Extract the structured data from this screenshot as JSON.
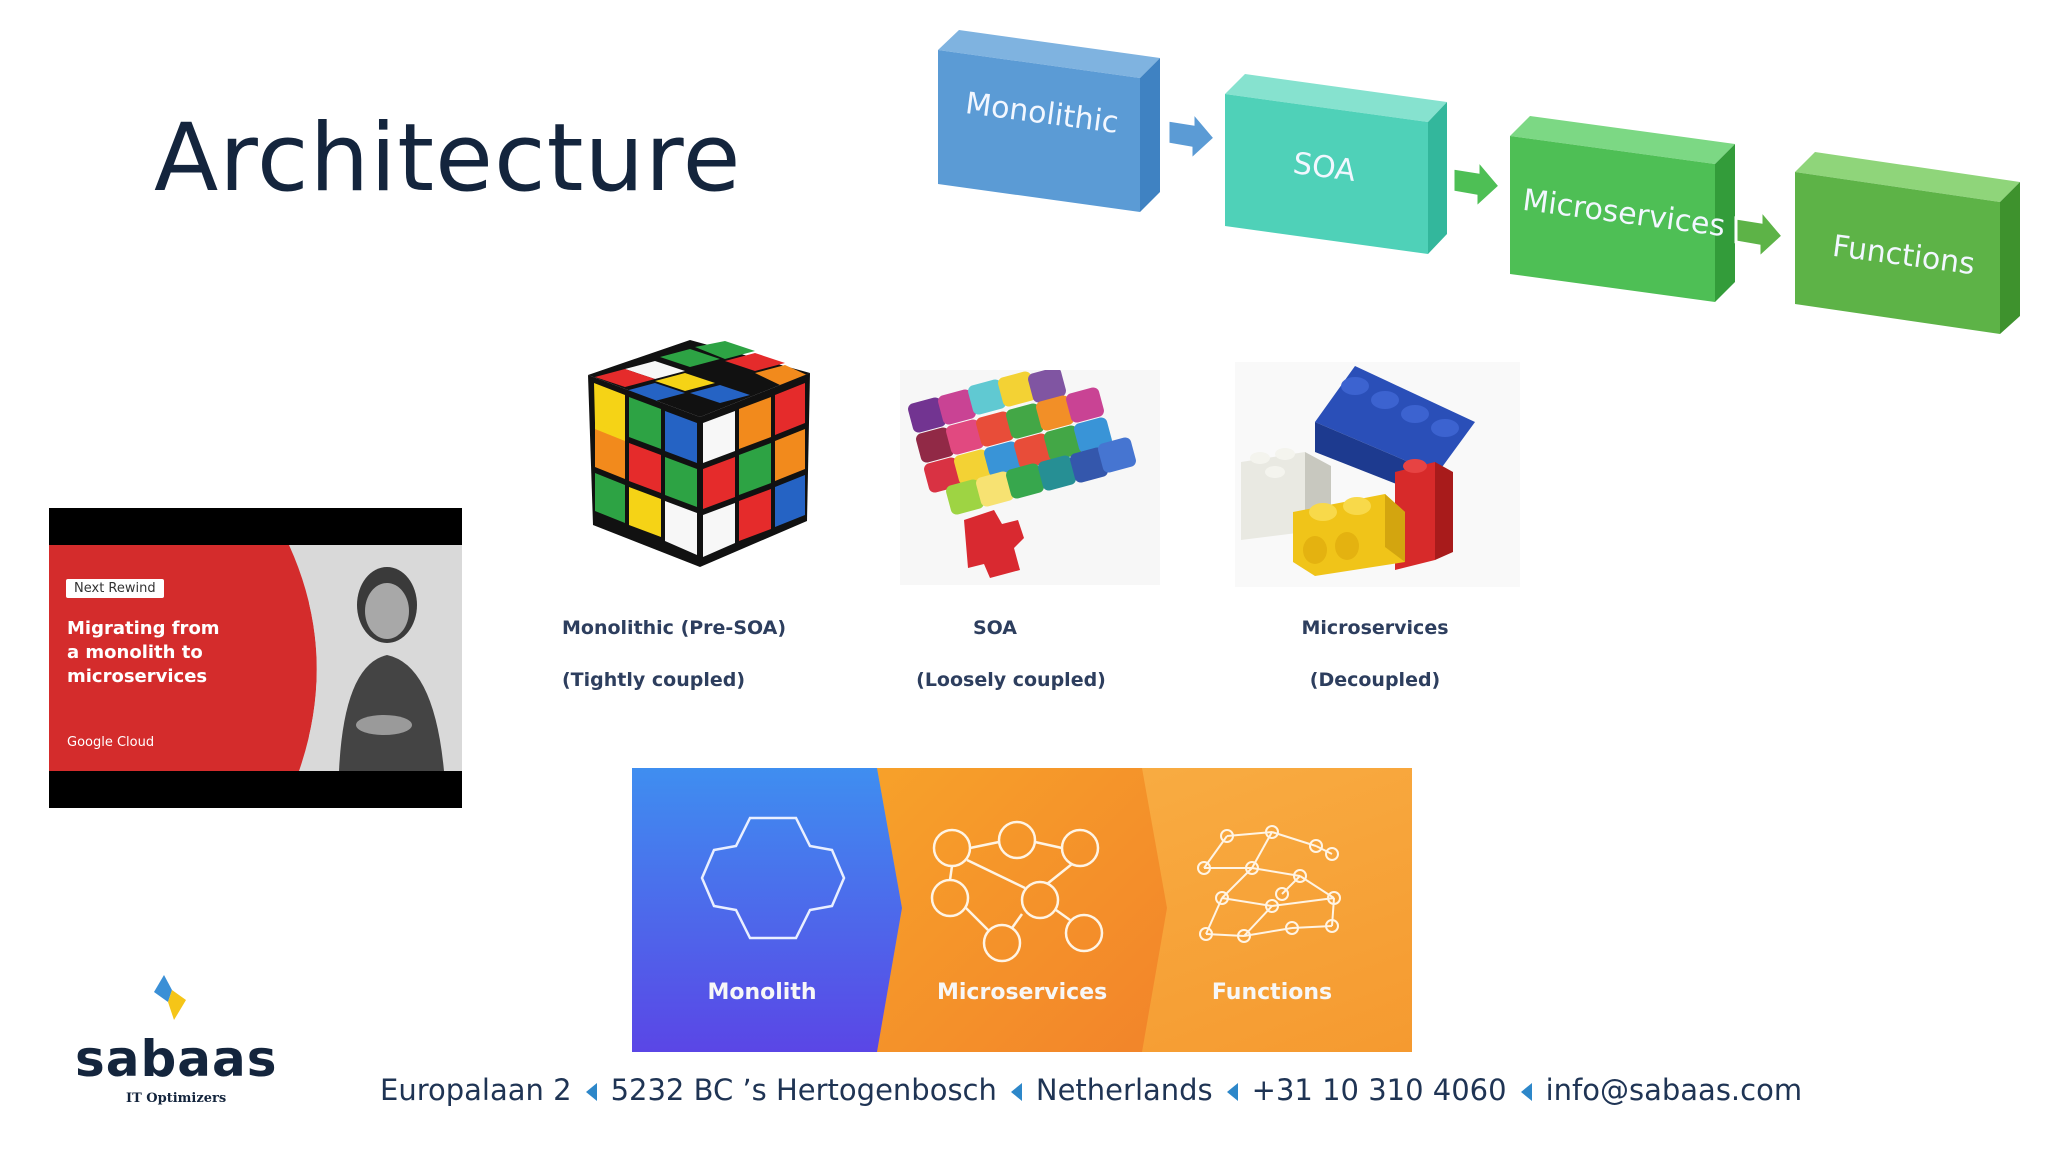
{
  "title": "Architecture",
  "evolution": {
    "steps": [
      {
        "label": "Monolithic",
        "color": "#5b9bd5"
      },
      {
        "label": "SOA",
        "color": "#4fd1b8"
      },
      {
        "label": "Microservices",
        "color": "#4ebf55"
      },
      {
        "label": "Functions",
        "color": "#5db347"
      }
    ]
  },
  "images": [
    {
      "icon": "rubiks-cube-icon",
      "caption_line1": "Monolithic (Pre-SOA)",
      "caption_line2": "(Tightly coupled)"
    },
    {
      "icon": "puzzle-pieces-icon",
      "caption_line1": "SOA",
      "caption_line2": "(Loosely coupled)"
    },
    {
      "icon": "lego-bricks-icon",
      "caption_line1": "Microservices",
      "caption_line2": "(Decoupled)"
    }
  ],
  "video": {
    "tag": "Next Rewind",
    "title": "Migrating from a monolith to microservices",
    "brand": "Google Cloud"
  },
  "banner": {
    "segments": [
      {
        "label": "Monolith",
        "icon": "monolith-hexagon-icon"
      },
      {
        "label": "Microservices",
        "icon": "microservices-network-icon"
      },
      {
        "label": "Functions",
        "icon": "functions-network-icon"
      }
    ]
  },
  "footer": {
    "address": "Europalaan 2",
    "postal": "5232 BC ’s Hertogenbosch",
    "country": "Netherlands",
    "phone": "+31 10 310 4060",
    "email": "info@sabaas.com"
  },
  "logo": {
    "name": "sabaas",
    "tagline": "IT Optimizers",
    "colors": {
      "blue": "#3a8fd6",
      "yellow": "#f5c518"
    }
  }
}
